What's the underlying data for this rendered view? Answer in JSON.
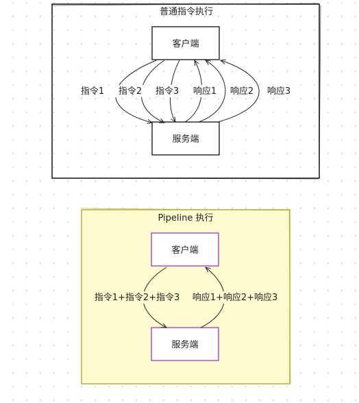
{
  "normal": {
    "title": "普通指令执行",
    "client": "客户端",
    "server": "服务端",
    "requests": [
      "指令1",
      "指令2",
      "指令3"
    ],
    "responses": [
      "响应1",
      "响应2",
      "响应3"
    ]
  },
  "pipeline": {
    "title": "Pipeline 执行",
    "client": "客户端",
    "server": "服务端",
    "request": "指令1+指令2+指令3",
    "response": "响应1+响应2+响应3",
    "fill_color": "#fdfbcf",
    "border_color": "#b8b24a",
    "node_border_color": "#9c27b0"
  }
}
